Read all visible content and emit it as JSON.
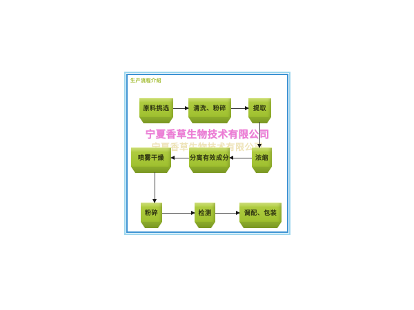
{
  "frame": {
    "title": "生产流程介绍",
    "title_color": "#a3bc33",
    "border_outer_color": "#9bd6ee",
    "border_inner_color": "#3e93d3"
  },
  "watermark": {
    "text": "宁夏香草生物技术有限公司",
    "color": "#ee7bd3",
    "faint_text": "宁夏香草生物技术有限公司",
    "faint_color": "#e0cc7e"
  },
  "flowchart": {
    "node_color_top": "#cfe078",
    "node_color_main": "#9fc02f",
    "node_color_bevel": "#7a9723",
    "node_text_color": "#2f3511",
    "arrow_color": "#3f3f3f",
    "nodes": [
      {
        "id": "select",
        "label": "原料挑选"
      },
      {
        "id": "wash",
        "label": "清洗、粉碎"
      },
      {
        "id": "extract",
        "label": "提取"
      },
      {
        "id": "spray-dry",
        "label": "喷雾干燥"
      },
      {
        "id": "separate",
        "label": "分离有效成分"
      },
      {
        "id": "concentrate",
        "label": "浓缩"
      },
      {
        "id": "crush",
        "label": "粉碎"
      },
      {
        "id": "test",
        "label": "检测"
      },
      {
        "id": "package",
        "label": "调配、包装"
      }
    ],
    "edges": [
      {
        "from": "原料挑选",
        "to": "清洗、粉碎",
        "direction": "right"
      },
      {
        "from": "清洗、粉碎",
        "to": "提取",
        "direction": "right"
      },
      {
        "from": "提取",
        "to": "浓缩",
        "direction": "down"
      },
      {
        "from": "浓缩",
        "to": "分离有效成分",
        "direction": "left"
      },
      {
        "from": "分离有效成分",
        "to": "喷雾干燥",
        "direction": "left"
      },
      {
        "from": "喷雾干燥",
        "to": "粉碎",
        "direction": "down"
      },
      {
        "from": "粉碎",
        "to": "检测",
        "direction": "right"
      },
      {
        "from": "检测",
        "to": "调配、包装",
        "direction": "right"
      }
    ]
  }
}
